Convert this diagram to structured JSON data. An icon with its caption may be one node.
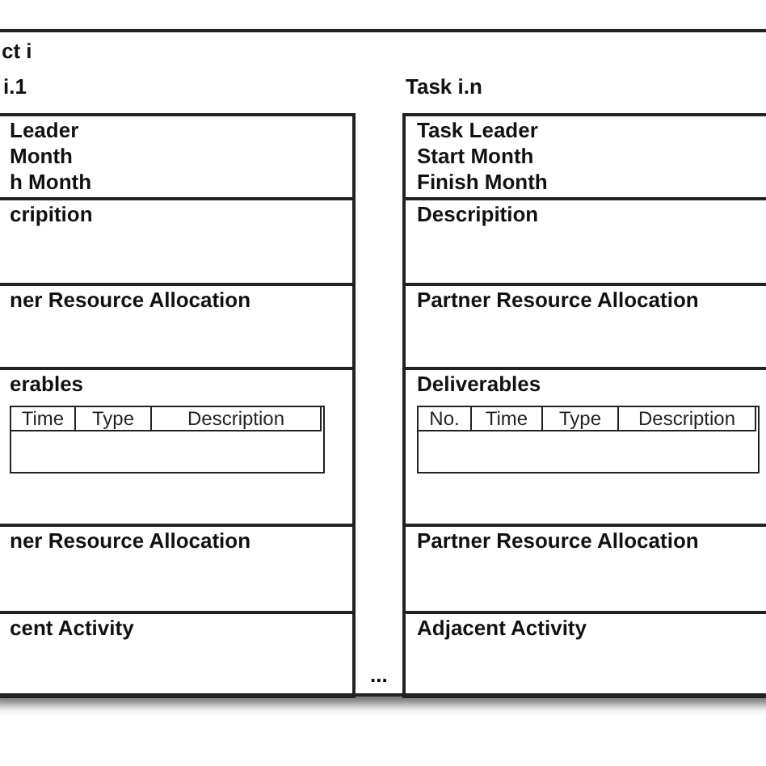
{
  "diagram": {
    "nodes": [
      {
        "text": [
          "ct i"
        ]
      },
      {
        "text": [
          "i.1"
        ],
        "in": 0
      },
      {
        "text": [
          "Leader",
          "Month",
          "h Month"
        ],
        "in": 1
      },
      {
        "text": [
          "cripition"
        ],
        "in": 1
      },
      {
        "text": [
          "ner Resource Allocation"
        ],
        "in": 1
      },
      {
        "text": [
          "erables"
        ],
        "in": 1
      },
      {
        "text": [
          "Time",
          "Type",
          "Description"
        ],
        "in": 5
      },
      {
        "text": [
          "ner Resource Allocation"
        ],
        "in": 1
      },
      {
        "text": [
          "cent Activity"
        ],
        "in": 1
      },
      {
        "text": [
          "Task i.n"
        ],
        "in": 0
      },
      {
        "text": [
          "Task Leader",
          "Start Month",
          "Finish Month"
        ],
        "in": 9
      },
      {
        "text": [
          "Descripition"
        ],
        "in": 9
      },
      {
        "text": [
          "Partner Resource Allocation"
        ],
        "in": 9
      },
      {
        "text": [
          "Deliverables"
        ],
        "in": 9
      },
      {
        "text": [
          "No.",
          "Time",
          "Type",
          "Description"
        ],
        "in": 13
      },
      {
        "text": [
          "Partner Resource Allocation"
        ],
        "in": 9
      },
      {
        "text": [
          "Adjacent Activity"
        ],
        "in": 9
      }
    ],
    "labels": [
      "..."
    ]
  }
}
